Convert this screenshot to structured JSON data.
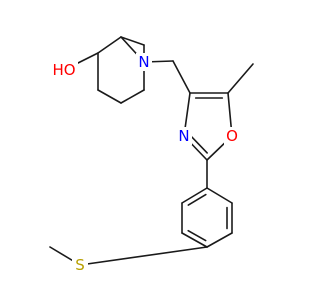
{
  "molecule": {
    "atoms": {
      "O_hydroxyl": {
        "label": "HO",
        "color": "#ff0000"
      },
      "N_piperidine": {
        "label": "N",
        "color": "#0000ff"
      },
      "N_oxazole": {
        "label": "N",
        "color": "#0000ff"
      },
      "O_oxazole": {
        "label": "O",
        "color": "#ff0000"
      },
      "S_thioether": {
        "label": "S",
        "color": "#b8a000"
      }
    }
  }
}
